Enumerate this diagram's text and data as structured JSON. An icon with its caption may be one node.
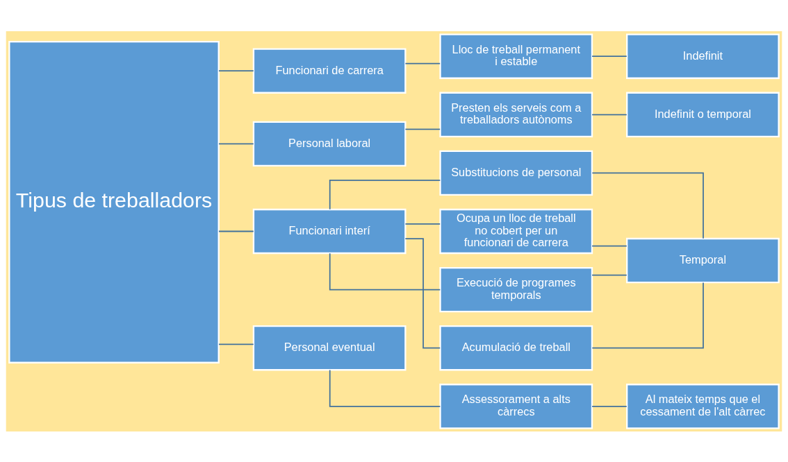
{
  "diagram": {
    "nodes": [
      {
        "text": [
          "Tipus de treballadors"
        ]
      },
      {
        "text": [
          "Funcionari de carrera"
        ]
      },
      {
        "text": [
          "Personal laboral"
        ]
      },
      {
        "text": [
          "Funcionari interí"
        ]
      },
      {
        "text": [
          "Personal eventual"
        ]
      },
      {
        "text": [
          "Lloc de treball permanent i estable"
        ]
      },
      {
        "text": [
          "Indefinit"
        ]
      },
      {
        "text": [
          "Presten els serveis com a treballadors autònoms"
        ]
      },
      {
        "text": [
          "Indefinit o temporal"
        ]
      },
      {
        "text": [
          "Substitucions de personal"
        ]
      },
      {
        "text": [
          "Ocupa un lloc de treball no cobert per un funcionari de carrera"
        ]
      },
      {
        "text": [
          "Execució de programes temporals"
        ]
      },
      {
        "text": [
          "Acumulació de treball"
        ]
      },
      {
        "text": [
          "Temporal"
        ]
      },
      {
        "text": [
          "Assessorament a alts càrrecs"
        ]
      },
      {
        "text": [
          "Al mateix temps que el cessament de l'alt càrrec"
        ]
      }
    ],
    "edges": [
      {
        "from": 0,
        "to": 1,
        "arrow": "none"
      },
      {
        "from": 0,
        "to": 2,
        "arrow": "none"
      },
      {
        "from": 0,
        "to": 3,
        "arrow": "none"
      },
      {
        "from": 0,
        "to": 4,
        "arrow": "none"
      },
      {
        "from": 1,
        "to": 5,
        "arrow": "none"
      },
      {
        "from": 5,
        "to": 6,
        "arrow": "none"
      },
      {
        "from": 2,
        "to": 7,
        "arrow": "none"
      },
      {
        "from": 7,
        "to": 8,
        "arrow": "none"
      },
      {
        "from": 3,
        "to": 9,
        "arrow": "none"
      },
      {
        "from": 3,
        "to": 10,
        "arrow": "none"
      },
      {
        "from": 3,
        "to": 11,
        "arrow": "none"
      },
      {
        "from": 3,
        "to": 12,
        "arrow": "none"
      },
      {
        "from": 9,
        "to": 13,
        "arrow": "none"
      },
      {
        "from": 10,
        "to": 13,
        "arrow": "none"
      },
      {
        "from": 11,
        "to": 13,
        "arrow": "none"
      },
      {
        "from": 12,
        "to": 13,
        "arrow": "none"
      },
      {
        "from": 4,
        "to": 14,
        "arrow": "none"
      },
      {
        "from": 14,
        "to": 15,
        "arrow": "none"
      }
    ]
  }
}
